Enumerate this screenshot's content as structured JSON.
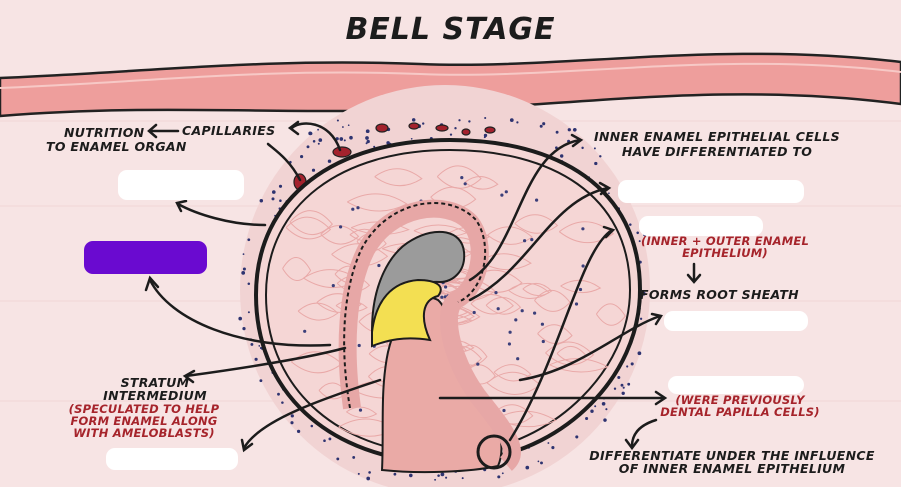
{
  "title": "BELL STAGE",
  "labels": {
    "nutrition": "NUTRITION",
    "to_enamel_organ": "TO ENAMEL ORGAN",
    "capillaries": "CAPILLARIES",
    "inner_enamel_1": "INNER ENAMEL EPITHELIAL CELLS",
    "inner_enamel_2": "HAVE DIFFERENTIATED TO",
    "inner_outer_1": "(INNER + OUTER ENAMEL",
    "inner_outer_2": "EPITHELIUM)",
    "forms_root_sheath": "FORMS ROOT SHEATH",
    "stratum_1": "STRATUM",
    "stratum_2": "INTERMEDIUM",
    "speculated_1": "(SPECULATED TO HELP",
    "speculated_2": "FORM ENAMEL ALONG",
    "speculated_3": "WITH AMELOBLASTS)",
    "were_previously_1": "(WERE PREVIOUSLY",
    "were_previously_2": "DENTAL PAPILLA CELLS)",
    "differentiate_1": "DIFFERENTIATE UNDER THE INFLUENCE",
    "differentiate_2": "OF INNER ENAMEL EPITHELIUM"
  },
  "colors": {
    "background": "#f7e4e4",
    "epithelium_band": "#ee9e9c",
    "stellate_reticulum": "#f3c9c8",
    "dental_papilla": "#eaaaa6",
    "enamel_grey": "#9b9b9b",
    "dentin_yellow": "#f3df52",
    "red_text": "#a6242b",
    "hidden_label_purple": "#6a0ad0"
  }
}
